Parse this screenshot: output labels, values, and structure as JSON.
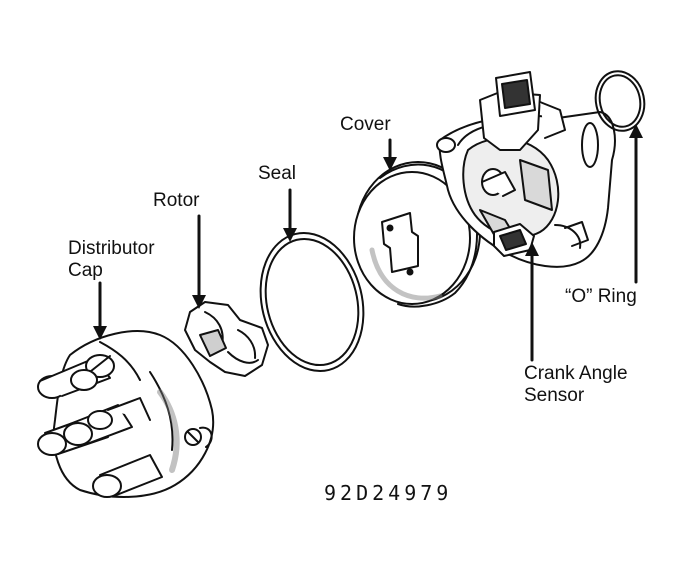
{
  "labels": {
    "distributor_cap_line1": "Distributor",
    "distributor_cap_line2": "Cap",
    "rotor": "Rotor",
    "seal": "Seal",
    "cover": "Cover",
    "o_ring": "“O” Ring",
    "crank_angle_sensor_line1": "Crank Angle",
    "crank_angle_sensor_line2": "Sensor"
  },
  "figure_code": "92D24979",
  "colors": {
    "ink": "#111111",
    "paper": "#ffffff",
    "shade": "#d9d9d9"
  }
}
